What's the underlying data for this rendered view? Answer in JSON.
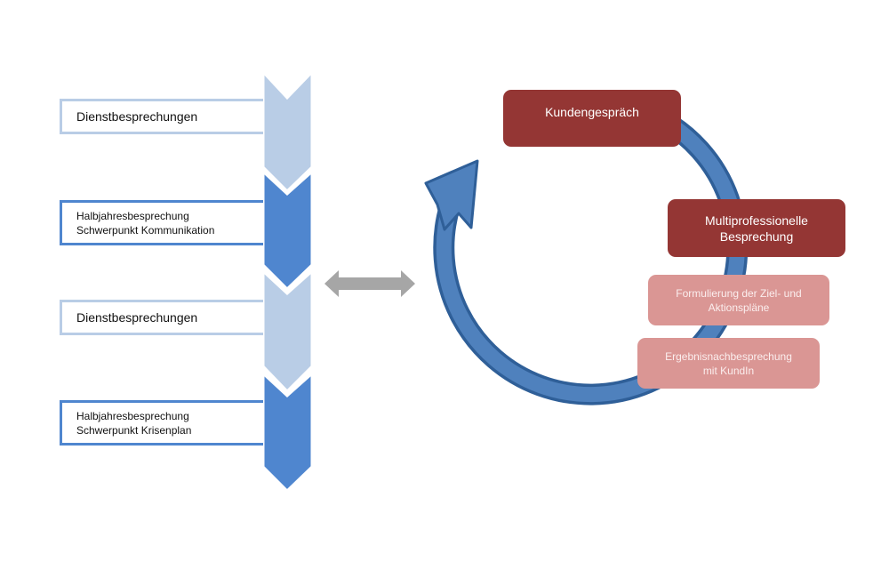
{
  "left_process": {
    "steps": [
      {
        "label_lines": [
          "Dienstbesprechungen"
        ],
        "style": "light"
      },
      {
        "label_lines": [
          "Halbjahresbesprechung",
          "Schwerpunkt Kommunikation"
        ],
        "style": "dark"
      },
      {
        "label_lines": [
          "Dienstbesprechungen"
        ],
        "style": "light"
      },
      {
        "label_lines": [
          "Halbjahresbesprechung",
          "Schwerpunkt Krisenplan"
        ],
        "style": "dark"
      }
    ]
  },
  "connector": {
    "icon": "double-arrow-icon",
    "color": "#a6a6a6"
  },
  "cycle": {
    "arrow_color": "#4f81bd",
    "arrow_outline": "#2f5f98",
    "nodes": [
      {
        "label_lines": [
          "Kundengespräch"
        ],
        "style": "red"
      },
      {
        "label_lines": [
          "Multiprofessionelle",
          "Besprechung"
        ],
        "style": "red"
      },
      {
        "label_lines": [
          "Formulierung der Ziel- und",
          "Aktionspläne"
        ],
        "style": "pink"
      },
      {
        "label_lines": [
          "Ergebnisnachbesprechung",
          "mit KundIn"
        ],
        "style": "pink"
      }
    ]
  },
  "colors": {
    "chevron_light": "#b9cde6",
    "chevron_dark": "#4f86cf",
    "node_red": "#943634",
    "node_pink": "#da9694"
  }
}
